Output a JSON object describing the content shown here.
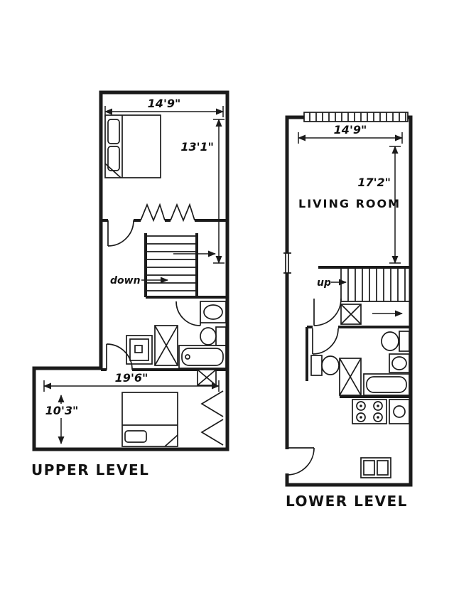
{
  "page": {
    "background": "#ffffff",
    "ink_color": "#1b1b1b"
  },
  "upper_level": {
    "title": "UPPER LEVEL",
    "stairs_label": "down",
    "dims": {
      "top_width": "14'9\"",
      "upper_height": "13'1\"",
      "bottom_width": "19'6\"",
      "bottom_height": "10'3\""
    }
  },
  "lower_level": {
    "title": "LOWER LEVEL",
    "room_label": "LIVING ROOM",
    "stairs_label": "up",
    "dims": {
      "top_width": "14'9\"",
      "height": "17'2\""
    }
  }
}
